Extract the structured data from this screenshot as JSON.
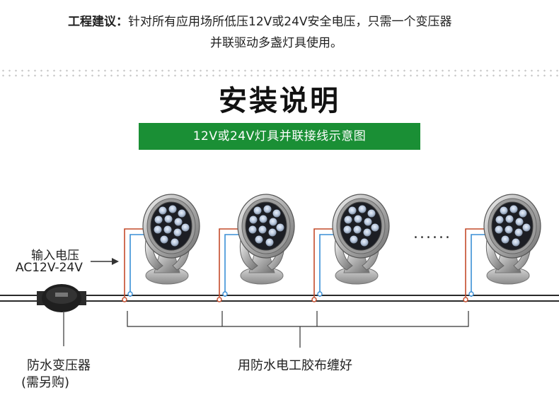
{
  "note": {
    "label": "工程建议：",
    "line1": "针对所有应用场所低压12V或24V安全电压，只需一个变压器",
    "line2": "并联驱动多盏灯具使用。"
  },
  "title": "安装说明",
  "banner": "12V或24V灯具并联接线示意图",
  "input_label": {
    "line1": "输入电压",
    "line2": "AC12V-24V"
  },
  "transformer_label": {
    "line1": "防水变压器",
    "line2": "(需另购)"
  },
  "tape_label": "用防水电工胶布缠好",
  "ellipsis": "......",
  "colors": {
    "banner_green": "#1a8f35",
    "wire_red": "#c44a2a",
    "wire_blue": "#3a8fd6",
    "bus_wire": "#2a2a2a"
  },
  "icons": [
    "led-spotlight-icon",
    "transformer-icon",
    "arrow-right-icon"
  ]
}
